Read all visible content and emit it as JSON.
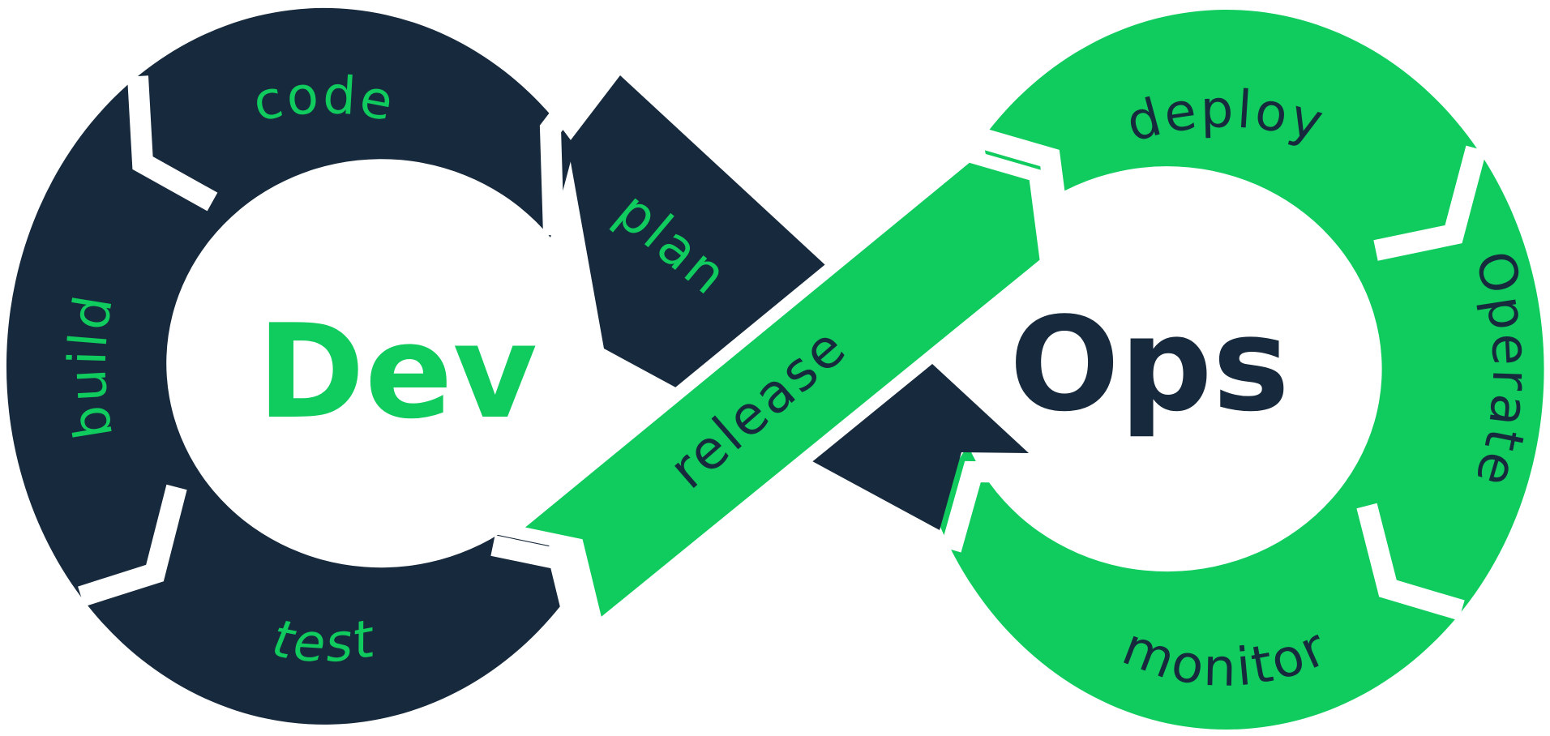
{
  "diagram": {
    "name": "devops-infinity-loop",
    "left_loop": {
      "label": "Dev",
      "ring_color": "#17293C",
      "text_color": "#10CB5E",
      "stages": [
        "code",
        "build",
        "test",
        "plan"
      ]
    },
    "right_loop": {
      "label": "Ops",
      "ring_color": "#10CB5E",
      "text_color": "#17293C",
      "stages": [
        "deploy",
        "Operate",
        "monitor"
      ]
    },
    "crossing_stage": "release",
    "flow": [
      "plan",
      "code",
      "build",
      "test",
      "release",
      "deploy",
      "Operate",
      "monitor"
    ],
    "colors": {
      "navy": "#17293C",
      "green": "#10CB5E",
      "background": "#FFFFFF"
    }
  },
  "labels": {
    "dev": "Dev",
    "ops": "Ops",
    "code": "code",
    "build": "build",
    "test": "test",
    "plan": "plan",
    "release": "release",
    "deploy": "deploy",
    "operate": "Operate",
    "monitor": "monitor"
  }
}
